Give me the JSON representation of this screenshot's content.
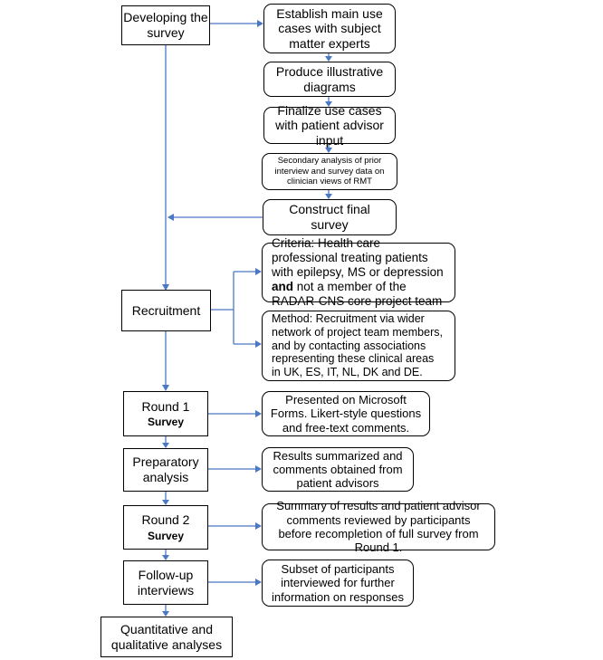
{
  "stage_boxes": {
    "developing": "Developing the survey",
    "recruitment": "Recruitment",
    "round1": {
      "title": "Round 1",
      "sub": "Survey"
    },
    "preparatory": "Preparatory analysis",
    "round2": {
      "title": "Round 2",
      "sub": "Survey"
    },
    "followup": "Follow-up interviews",
    "final": "Quantitative and qualitative analyses"
  },
  "detail_boxes": {
    "establish": "Establish main use cases with subject matter experts",
    "produce": "Produce illustrative diagrams",
    "finalize": "Finalize use cases with patient advisor input",
    "secondary": "Secondary analysis of prior interview and survey data on clinician views of RMT",
    "construct": "Construct final survey",
    "criteria": {
      "before": "Criteria: Health care professional treating patients with epilepsy, MS or depression ",
      "bold": "and",
      "after": " not a member of the RADAR-CNS core project team"
    },
    "method": "Method: Recruitment via wider network of project team members, and by contacting associations representing these clinical areas in UK, ES, IT, NL, DK and DE.",
    "presented": "Presented on Microsoft Forms. Likert-style questions and free-text comments.",
    "results": "Results summarized and comments obtained from patient advisors",
    "summary": "Summary of results and patient advisor comments reviewed by participants before recompletion of full survey from Round 1.",
    "subset": "Subset of participants interviewed for further information on responses"
  },
  "colors": {
    "connector": "#4a78c2",
    "box_border": "#000000"
  }
}
